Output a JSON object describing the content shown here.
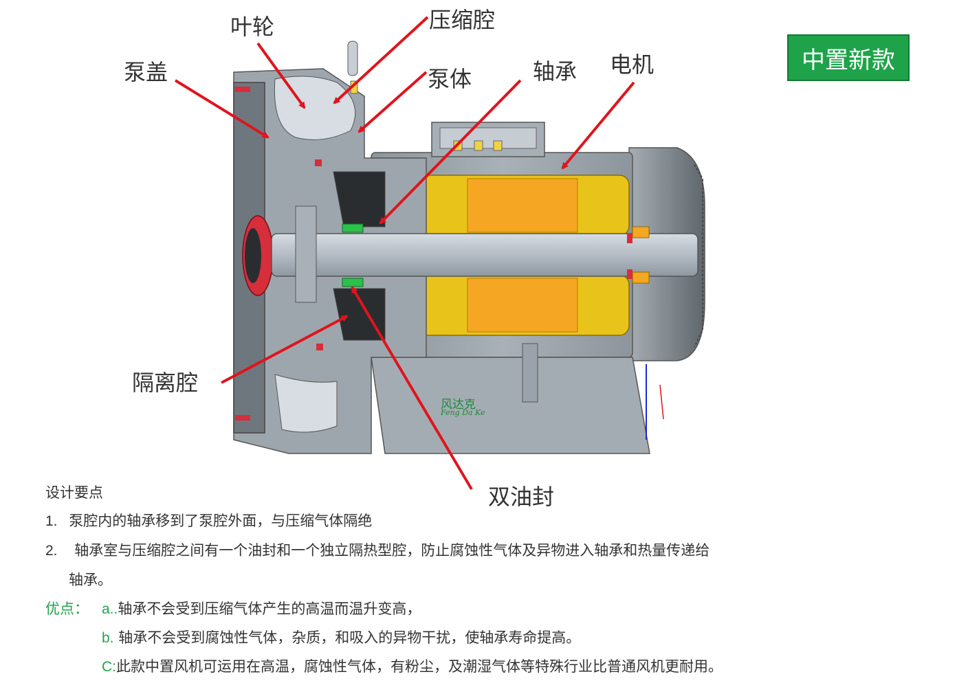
{
  "labels": {
    "pump_cover": "泵盖",
    "impeller": "叶轮",
    "compression_chamber": "压缩腔",
    "pump_body": "泵体",
    "bearing": "轴承",
    "motor": "电机",
    "isolation_chamber": "隔离腔",
    "double_oil_seal": "双油封"
  },
  "badge": "中置新款",
  "watermark": {
    "cn": "风达克",
    "en": "Feng Da Ke"
  },
  "notes": {
    "heading": "设计要点",
    "items": [
      {
        "num": "1.",
        "text": "泵腔内的轴承移到了泵腔外面，与压缩气体隔绝"
      },
      {
        "num": "2.",
        "text": "轴承室与压缩腔之间有一个油封和一个独立隔热型腔，防止腐蚀性气体及异物进入轴承和热量传递给",
        "text2": "轴承。"
      }
    ],
    "advantages_label": "优点：",
    "advantages": [
      {
        "prefix": "a..",
        "text": "轴承不会受到压缩气体产生的高温而温升变高，"
      },
      {
        "prefix": "b.",
        "text": "轴承不会受到腐蚀性气体，杂质，和吸入的异物干扰，使轴承寿命提高。"
      },
      {
        "prefix": "C:",
        "text": "此款中置风机可运用在高温，腐蚀性气体，有粉尘，及潮湿气体等特殊行业比普通风机更耐用。"
      }
    ]
  },
  "colors": {
    "arrow": "#e0141c",
    "housing": "#9aa3ab",
    "housing_dark": "#6f777e",
    "winding": "#f5a623",
    "winding_edge": "#e8c31a",
    "shaft": "#b9c1c8",
    "seal": "#d62e3a",
    "oil_seal": "#2bc14a",
    "badge": "#1fa34a"
  }
}
